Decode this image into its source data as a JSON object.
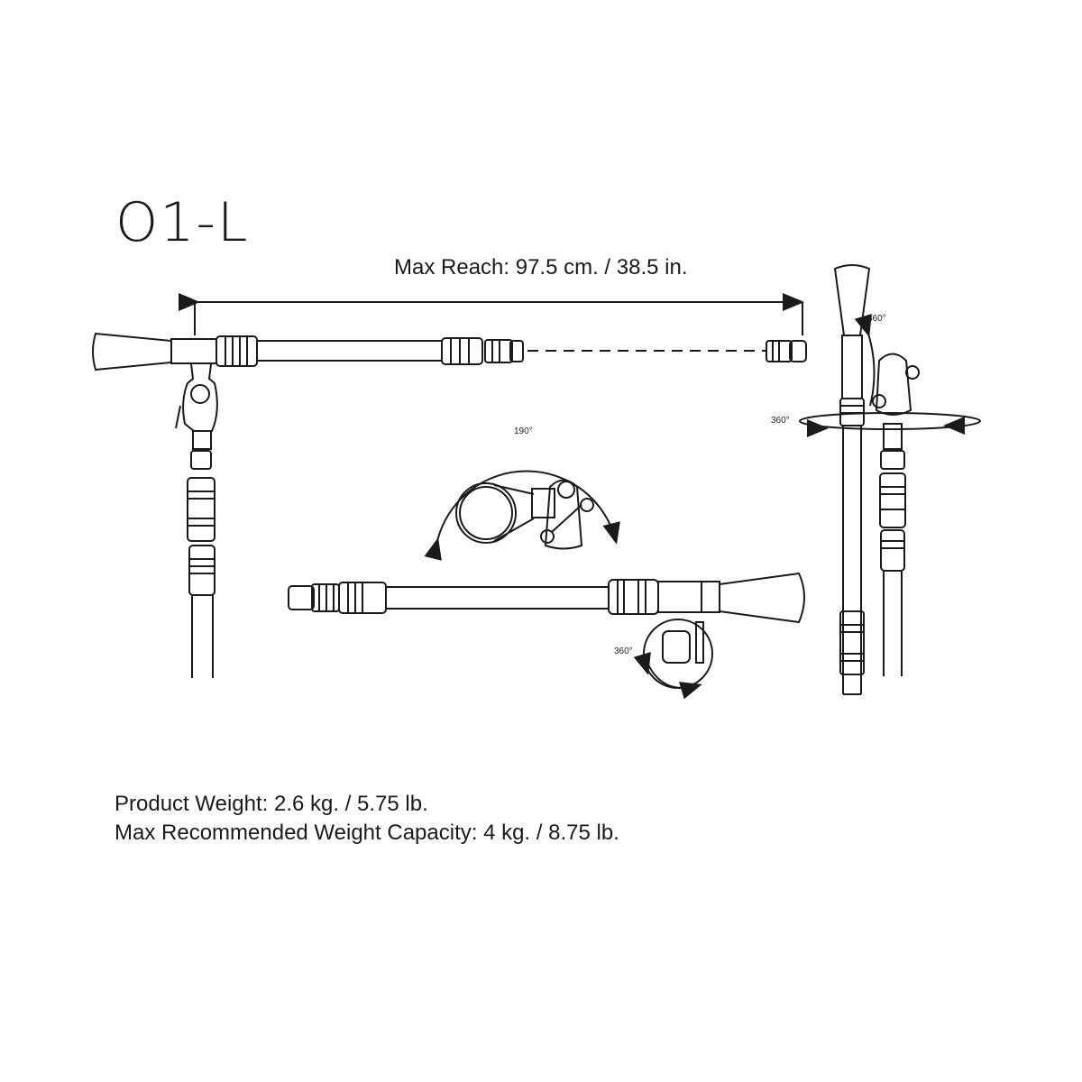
{
  "title": "O1-L",
  "max_reach": "Max Reach: 97.5 cm. / 38.5 in.",
  "rotation_labels": {
    "top_pan": "360°",
    "horizontal_pan": "360°",
    "tilt": "190°",
    "head_rotation": "360°"
  },
  "specs": {
    "product_weight": "Product Weight: 2.6 kg. / 5.75 lb.",
    "max_capacity": "Max Recommended Weight Capacity: 4 kg. / 8.75 lb."
  },
  "colors": {
    "line": "#1a1a1a",
    "background": "#ffffff"
  }
}
